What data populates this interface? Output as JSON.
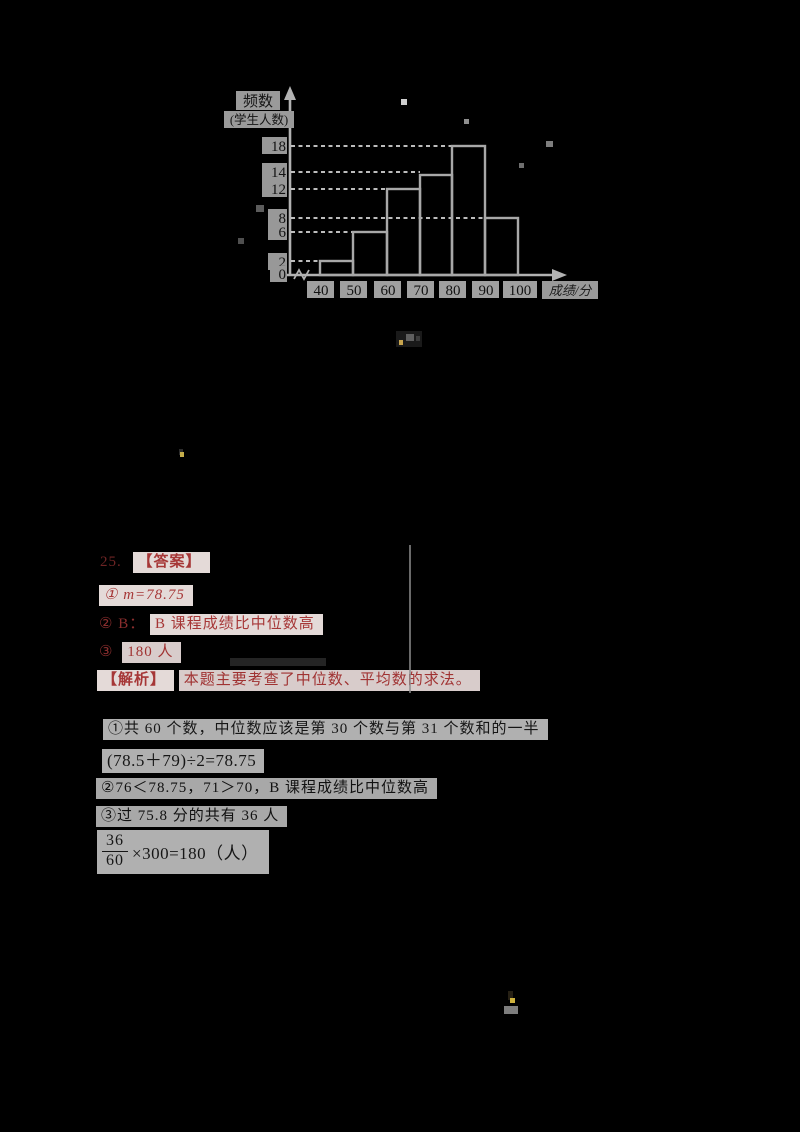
{
  "chart_data": {
    "type": "bar",
    "title": "",
    "xlabel": "成绩/分",
    "ylabel": "频数（学生人数）",
    "ylabel_line1": "频数",
    "ylabel_line2": "(学生人数)",
    "categories": [
      "40-50",
      "50-60",
      "60-70",
      "70-80",
      "80-90",
      "90-100"
    ],
    "values": [
      2,
      6,
      12,
      14,
      18,
      8
    ],
    "x_tick_labels": [
      "40",
      "50",
      "60",
      "70",
      "80",
      "90",
      "100"
    ],
    "y_tick_labels": [
      "18",
      "14",
      "12",
      "8",
      "6",
      "2",
      "0"
    ],
    "ylim": [
      0,
      20
    ],
    "grid": "dashed horizontal guide lines at each bar height",
    "legend_position": "none",
    "x_axis_break_near_origin": true
  },
  "answers": {
    "number": "25.",
    "answer_tag": "【答案】",
    "item1": "① m=78.75",
    "item2_prefix": "② B：",
    "item2_text": "B 课程成绩比中位数高",
    "item3_prefix": "③",
    "item3_text": "180 人",
    "analysis_tag": "【解析】",
    "analysis_text": "本题主要考查了中位数、平均数的求法。"
  },
  "solution": {
    "line1": "①共 60 个数，中位数应该是第 30 个数与第 31 个数和的一半",
    "line2": "(78.5＋79)÷2=78.75",
    "line3": "②76＜78.75，71＞70，B 课程成绩比中位数高",
    "line4": "③过 75.8 分的共有 36 人",
    "fraction_numerator": "36",
    "fraction_denominator": "60",
    "line5_rest": "×300=180（人）"
  },
  "colors": {
    "page_bg": "#000000",
    "chart_stroke": "#a8a8a8",
    "dashed_guide": "#d6d6d6",
    "tick_patch": "#989898",
    "text_patch": "#b0b0b0",
    "red_text": "#a63737",
    "red_patch": "#e4dad8",
    "black_text": "#161616"
  }
}
